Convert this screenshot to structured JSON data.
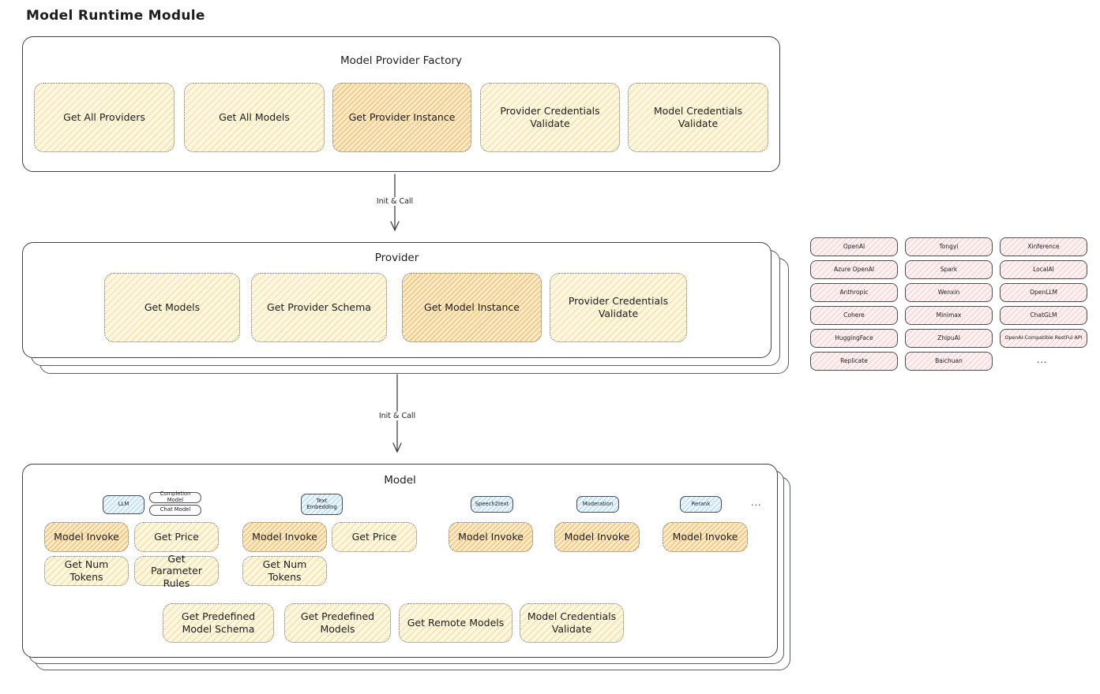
{
  "title": "Model Runtime Module",
  "colors": {
    "ink": "#1d1d1d",
    "border": "#4a4d52",
    "yellow": "#fdf7e2",
    "yellow-hatch": "rgba(240,214,130,0.55)",
    "orange": "#fbeccb",
    "orange-hatch": "rgba(240,183,95,0.65)",
    "pink": "#fdf1f1",
    "pink-hatch": "rgba(243,188,188,0.5)",
    "blue": "#ebf5fc",
    "blue-hatch": "rgba(158,205,238,0.6)"
  },
  "factory": {
    "title": "Model Provider Factory",
    "buttons": [
      {
        "label": "Get All Providers",
        "highlight": false
      },
      {
        "label": "Get All Models",
        "highlight": false
      },
      {
        "label": "Get Provider Instance",
        "highlight": true
      },
      {
        "label": "Provider Credentials Validate",
        "highlight": false
      },
      {
        "label": "Model Credentials Validate",
        "highlight": false
      }
    ]
  },
  "arrows": [
    {
      "label": "Init & Call"
    },
    {
      "label": "Init & Call"
    }
  ],
  "provider": {
    "title": "Provider",
    "buttons": [
      {
        "label": "Get Models",
        "highlight": false
      },
      {
        "label": "Get Provider Schema",
        "highlight": false
      },
      {
        "label": "Get Model Instance",
        "highlight": true
      },
      {
        "label": "Provider Credentials Validate",
        "highlight": false
      }
    ]
  },
  "providers": {
    "columns": [
      [
        "OpenAI",
        "Azure OpenAI",
        "Anthropic",
        "Cohere",
        "HuggingFace",
        "Replicate"
      ],
      [
        "Tongyi",
        "Spark",
        "Wenxin",
        "Minimax",
        "ZhipuAI",
        "Baichuan"
      ],
      [
        "Xinference",
        "LocalAI",
        "OpenLLM",
        "ChatGLM",
        "OpenAI-Compatible RestFul API"
      ]
    ],
    "more": "..."
  },
  "model": {
    "title": "Model",
    "more_tabs": "...",
    "groups": [
      {
        "tab": "LLM",
        "sub_tabs": [
          "Completion Model",
          "Chat Model"
        ],
        "functions": [
          {
            "label": "Model Invoke",
            "highlight": true
          },
          {
            "label": "Get Price",
            "highlight": false
          },
          {
            "label": "Get Num Tokens",
            "highlight": false
          },
          {
            "label": "Get Parameter Rules",
            "highlight": false
          }
        ]
      },
      {
        "tab": "Text Embedding",
        "functions": [
          {
            "label": "Model Invoke",
            "highlight": true
          },
          {
            "label": "Get Price",
            "highlight": false
          },
          {
            "label": "Get Num Tokens",
            "highlight": false
          }
        ]
      },
      {
        "tab": "Speech2text",
        "functions": [
          {
            "label": "Model Invoke",
            "highlight": true
          }
        ]
      },
      {
        "tab": "Moderation",
        "functions": [
          {
            "label": "Model Invoke",
            "highlight": true
          }
        ]
      },
      {
        "tab": "Rerank",
        "functions": [
          {
            "label": "Model Invoke",
            "highlight": true
          }
        ]
      }
    ],
    "shared_functions": [
      {
        "label": "Get Predefined Model Schema"
      },
      {
        "label": "Get Predefined Models"
      },
      {
        "label": "Get Remote Models"
      },
      {
        "label": "Model Credentials Validate"
      }
    ]
  }
}
